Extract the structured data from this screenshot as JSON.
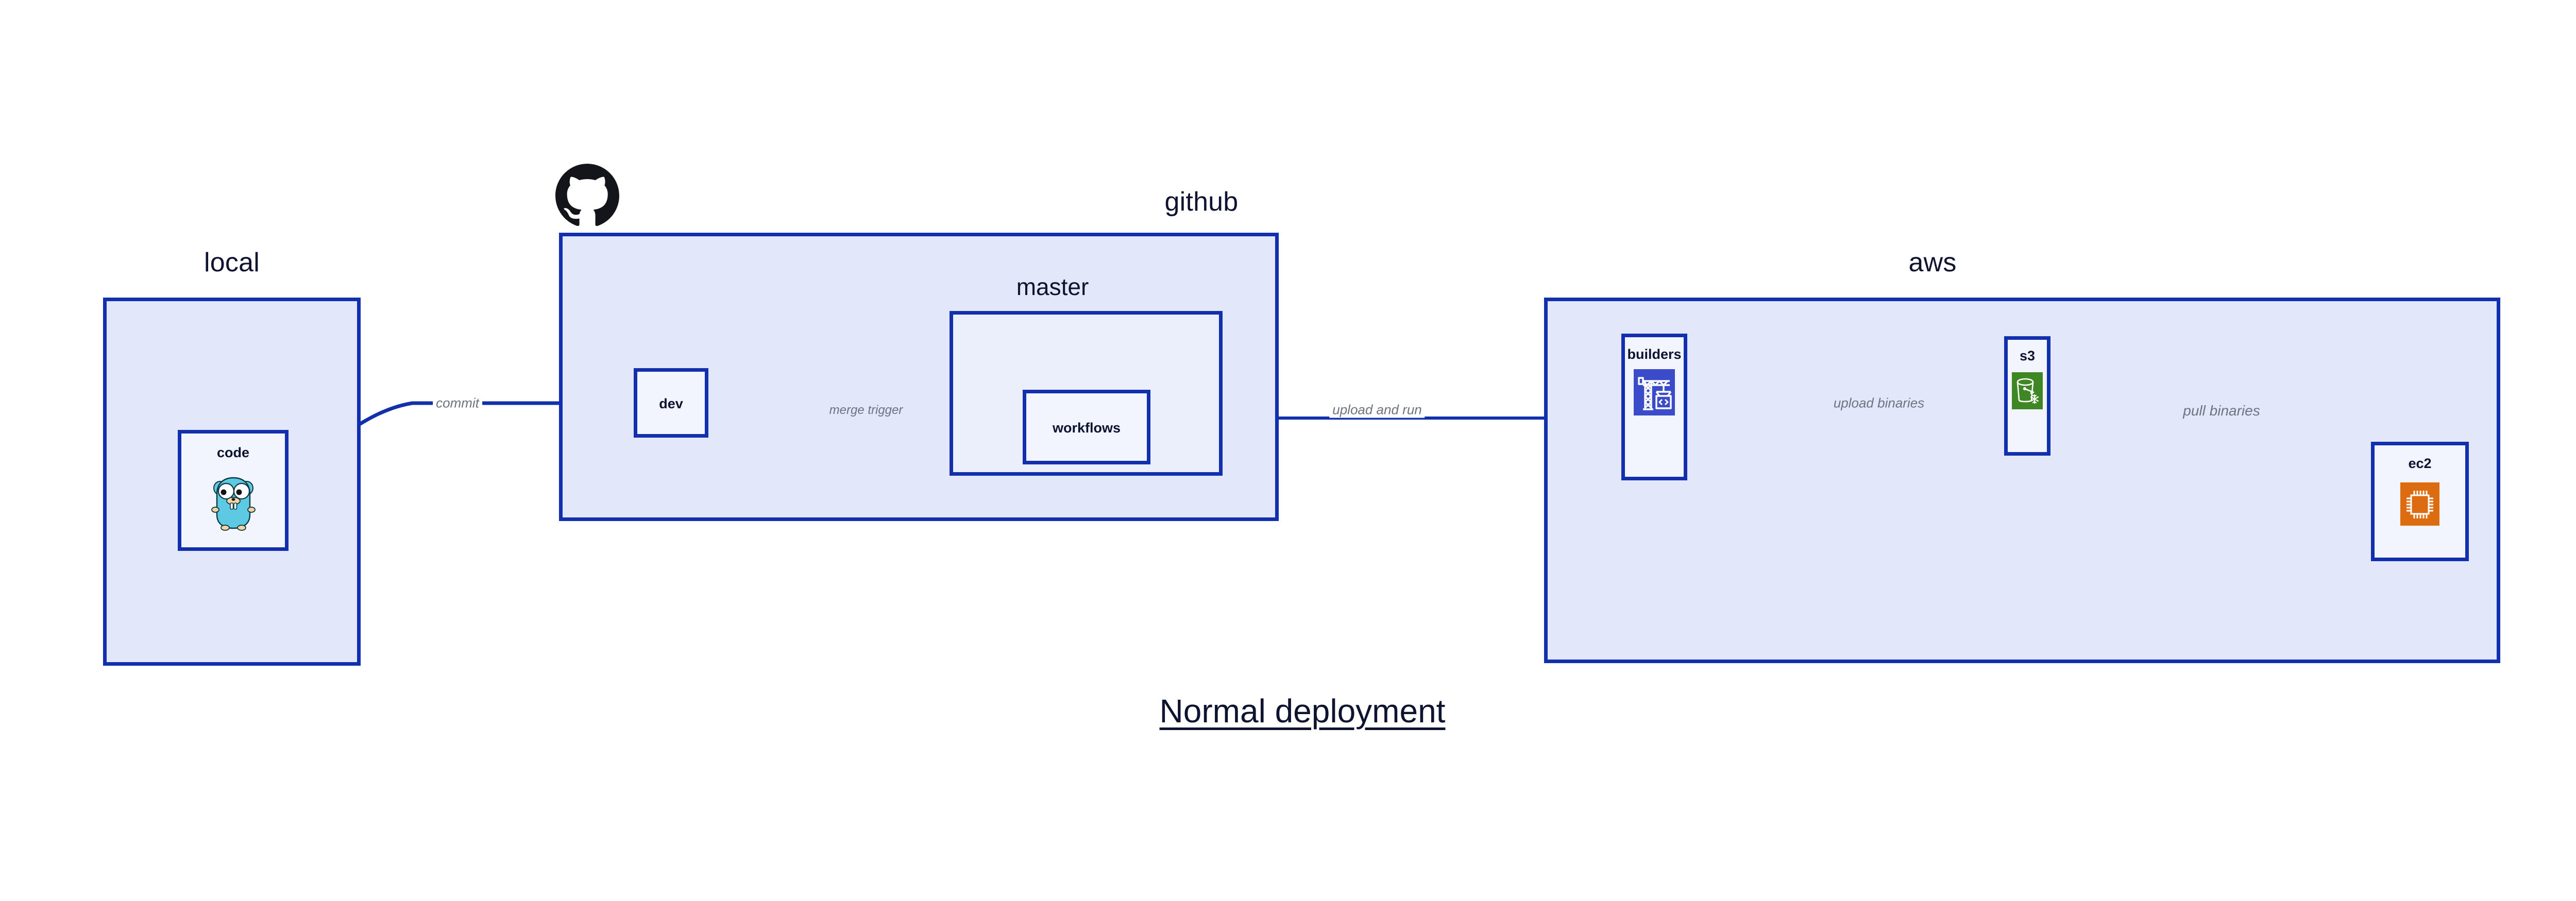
{
  "caption": "Normal deployment",
  "colors": {
    "border": "#1230AE",
    "group_fill": "#E2E7FA",
    "sub_fill": "#EAEFFB",
    "node_fill": "#F2F5FD",
    "edge_label": "#6E7380",
    "text": "#0E1430",
    "builders_icon_bg": "#3B4CCA",
    "s3_icon_bg": "#3F8624",
    "ec2_icon_bg": "#DD6B10",
    "gopher_body": "#5DC9E2",
    "gopher_muzzle": "#F6D2A2",
    "github_logo": "#14151A"
  },
  "groups": [
    {
      "id": "local",
      "title": "local"
    },
    {
      "id": "github",
      "title": "github"
    },
    {
      "id": "aws",
      "title": "aws"
    }
  ],
  "sub_groups": [
    {
      "id": "master",
      "title": "master",
      "parent": "github"
    }
  ],
  "nodes": [
    {
      "id": "code",
      "label": "code",
      "icon": "go-gopher-icon",
      "parent": "local"
    },
    {
      "id": "dev",
      "label": "dev",
      "icon": null,
      "parent": "github"
    },
    {
      "id": "workflows",
      "label": "workflows",
      "icon": null,
      "parent": "master"
    },
    {
      "id": "builders",
      "label": "builders",
      "icon": "crane-code-icon",
      "parent": "aws"
    },
    {
      "id": "s3",
      "label": "s3",
      "icon": "s3-glacier-icon",
      "parent": "aws"
    },
    {
      "id": "ec2",
      "label": "ec2",
      "icon": "cpu-chip-icon",
      "parent": "aws"
    }
  ],
  "edges": [
    {
      "id": "commit",
      "label": "commit",
      "from": "code",
      "to": "dev"
    },
    {
      "id": "merge-trigger",
      "label": "merge trigger",
      "from": "dev",
      "to": "workflows"
    },
    {
      "id": "upload-and-run",
      "label": "upload and run",
      "from": "workflows",
      "to": "builders"
    },
    {
      "id": "upload-binaries",
      "label": "upload binaries",
      "from": "builders",
      "to": "s3"
    },
    {
      "id": "pull-binaries",
      "label": "pull binaries",
      "from": "s3",
      "to": "ec2"
    }
  ],
  "logos": [
    {
      "id": "github-logo",
      "name": "github-octocat-icon",
      "attached_to": "github"
    }
  ]
}
